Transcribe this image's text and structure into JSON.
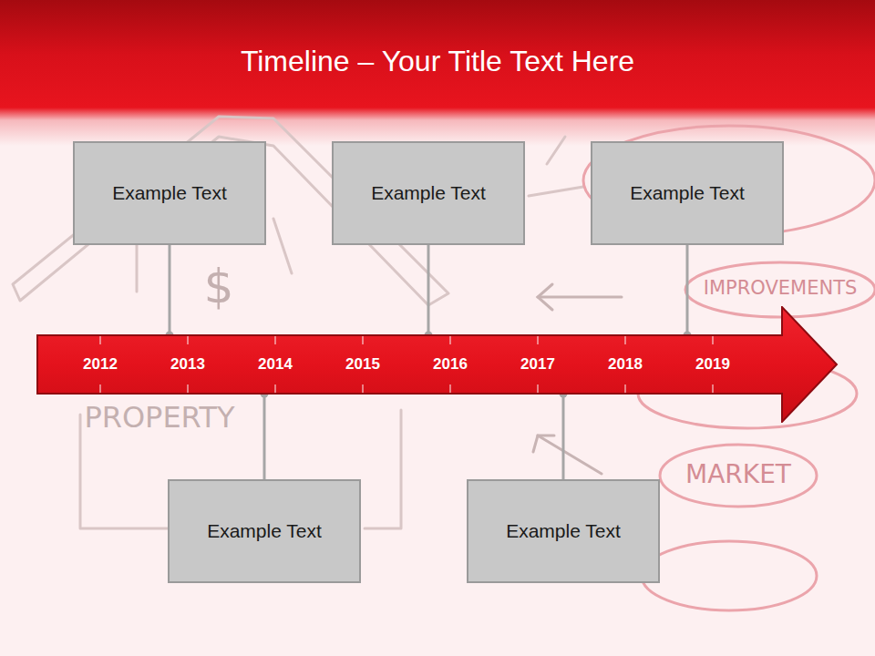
{
  "diagram": {
    "title": "Timeline – Your Title Text Here",
    "nodes": [
      {
        "text": [
          "Example Text"
        ]
      },
      {
        "text": [
          "Example Text"
        ]
      },
      {
        "text": [
          "Example Text"
        ]
      },
      {
        "text": [
          "2012",
          "2013",
          "2014",
          "2015",
          "2016",
          "2017",
          "2018",
          "2019"
        ]
      },
      {
        "text": [
          "Example Text"
        ]
      },
      {
        "text": [
          "Example Text"
        ]
      }
    ],
    "edges": [
      {
        "from": 0,
        "to": 3,
        "arrow": "none"
      },
      {
        "from": 1,
        "to": 3,
        "arrow": "none"
      },
      {
        "from": 2,
        "to": 3,
        "arrow": "none"
      },
      {
        "from": 4,
        "to": 3,
        "arrow": "none"
      },
      {
        "from": 5,
        "to": 3,
        "arrow": "none"
      }
    ],
    "labels": [
      "$",
      "PROPERTY",
      "IMPROVEMENTS",
      "MARKET"
    ]
  }
}
